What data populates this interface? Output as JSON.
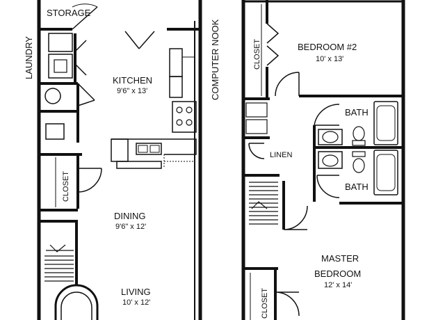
{
  "rooms": {
    "storage": {
      "label": "STORAGE"
    },
    "laundry": {
      "label": "LAUNDRY"
    },
    "kitchen": {
      "label": "KITCHEN",
      "dims": "9'6\" x 13'"
    },
    "computer_nook": {
      "label": "COMPUTER NOOK"
    },
    "closet_left": {
      "label": "CLOSET"
    },
    "dining": {
      "label": "DINING",
      "dims": "9'6\" x 12'"
    },
    "living": {
      "label": "LIVING",
      "dims": "10' x 12'"
    },
    "bedroom2": {
      "label": "BEDROOM #2",
      "dims": "10' x 13'"
    },
    "closet_bed2": {
      "label": "CLOSET"
    },
    "bath_top": {
      "label": "BATH"
    },
    "bath_bottom": {
      "label": "BATH"
    },
    "linen": {
      "label": "LINEN"
    },
    "master": {
      "label_line1": "MASTER",
      "label_line2": "BEDROOM",
      "dims": "12' x 14'"
    },
    "closet_master": {
      "label": "CLOSET"
    }
  },
  "colors": {
    "wall": "#111111",
    "background": "#ffffff"
  }
}
